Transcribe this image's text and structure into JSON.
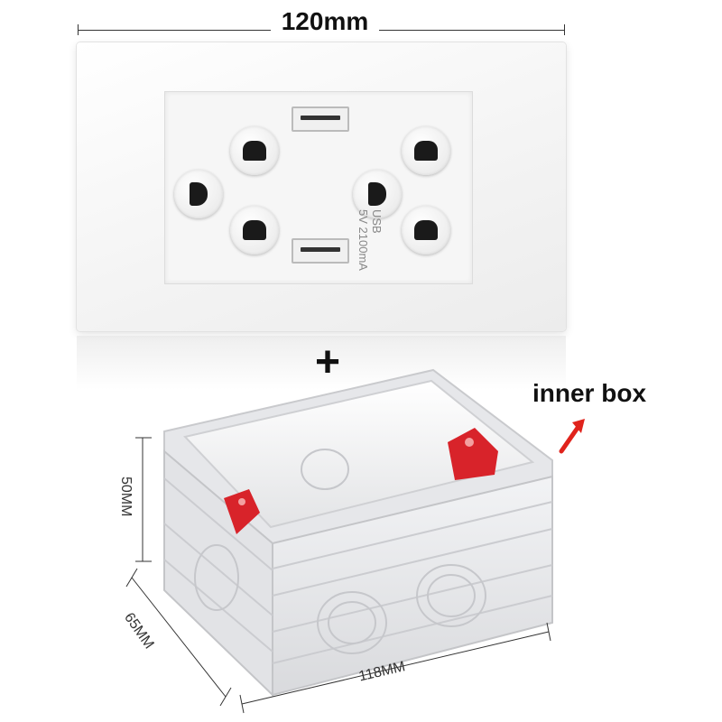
{
  "dimensions": {
    "plate_width": "120mm",
    "box_height": "50MM",
    "box_depth": "65MM",
    "box_width": "118MM"
  },
  "plate": {
    "usb_label": "USB",
    "voltage": "5V",
    "current": "2100mA"
  },
  "plus_sign": "+",
  "callout": {
    "label": "inner box",
    "arrow_color": "#e0231c"
  },
  "colors": {
    "plate": "#f7f7f7",
    "socket_hole": "#1a1a1a",
    "box_body": "#e9eaec",
    "clip_red": "#d8232a"
  }
}
